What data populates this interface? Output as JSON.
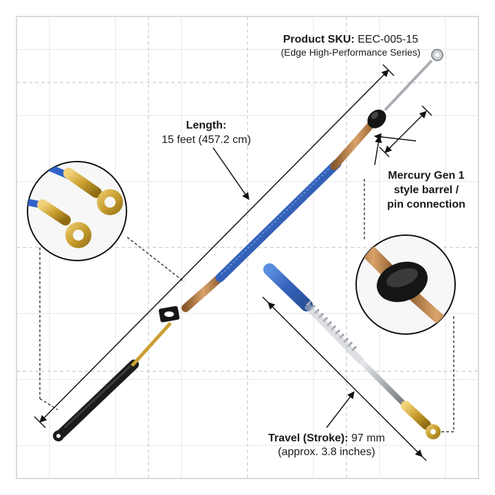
{
  "product": {
    "sku_label": "Product SKU:",
    "sku_value": "EEC-005-15",
    "series": "(Edge High-Performance Series)"
  },
  "length": {
    "label": "Length:",
    "value": "15 feet (457.2 cm)"
  },
  "connection": {
    "line1": "Mercury Gen 1",
    "line2": "style barrel /",
    "line3": "pin connection"
  },
  "travel": {
    "label": "Travel (Stroke):",
    "value": "97 mm",
    "approx": "(approx. 3.8 inches)"
  },
  "colors": {
    "jacket_blue": "#3f6fc4",
    "brass": "#c9a030",
    "copper": "#b77a42",
    "black_sleeve": "#1c1c1c",
    "steel": "#a9adb3",
    "grid": "#dcdcdc"
  }
}
